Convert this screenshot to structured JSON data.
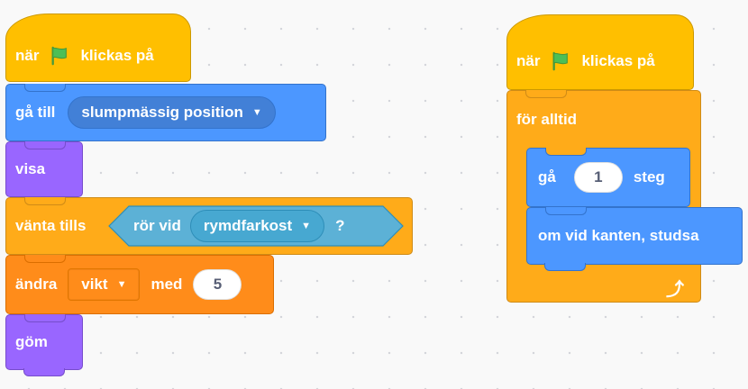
{
  "colors": {
    "events": "#ffbf00",
    "motion": "#4c97ff",
    "looks": "#9966ff",
    "control": "#ffab19",
    "sensing": "#5cb1d6",
    "variables": "#ff8c1a",
    "canvas": "#f9f9f9"
  },
  "script1": {
    "hat": {
      "when": "när",
      "flag_icon": "green-flag-icon",
      "clicked": "klickas på"
    },
    "goto": {
      "label": "gå till",
      "menu_value": "slumpmässig position"
    },
    "show": {
      "label": "visa"
    },
    "wait_until": {
      "label": "vänta tills",
      "condition": {
        "label": "rör vid",
        "menu_value": "rymdfarkost",
        "suffix": "?"
      }
    },
    "change_var": {
      "label": "ändra",
      "variable": "vikt",
      "by": "med",
      "value": "5"
    },
    "hide": {
      "label": "göm"
    }
  },
  "script2": {
    "hat": {
      "when": "när",
      "flag_icon": "green-flag-icon",
      "clicked": "klickas på"
    },
    "forever": {
      "label": "för alltid",
      "loop_icon": "loop-arrow-icon"
    },
    "move": {
      "label": "gå",
      "value": "1",
      "unit": "steg"
    },
    "bounce": {
      "label": "om vid kanten, studsa"
    }
  }
}
